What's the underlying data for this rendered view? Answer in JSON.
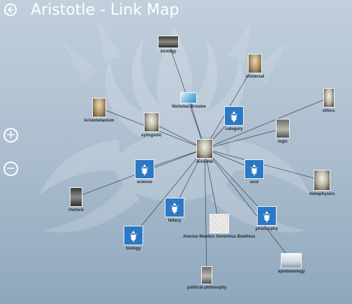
{
  "header": {
    "title": "Aristotle - Link Map"
  },
  "controls": {
    "zoom_in": "+",
    "zoom_out": "−"
  },
  "nodes": {
    "aristotle": "Aristotle",
    "zoology": "zoology",
    "universal": "universal",
    "ethics": "ethics",
    "nicholas_bresme": "Nicholas Bresme",
    "aristotelianism": "Aristotelianism",
    "syllogistic": "syllogistic",
    "category": "category",
    "logic": "logic",
    "science": "science",
    "soul": "soul",
    "metaphysics": "metaphysics",
    "rhetoric": "rhetoric",
    "fallacy": "fallacy",
    "boethius": "Anicius Manlius Severinus Boethius",
    "philosophy": "philosophy",
    "biology": "biology",
    "epistemology": "epistemology",
    "political_philosophy": "political philosophy"
  },
  "colors": {
    "accent": "#2c78c4",
    "link": "#2b2f35",
    "text": "#1d2833"
  }
}
